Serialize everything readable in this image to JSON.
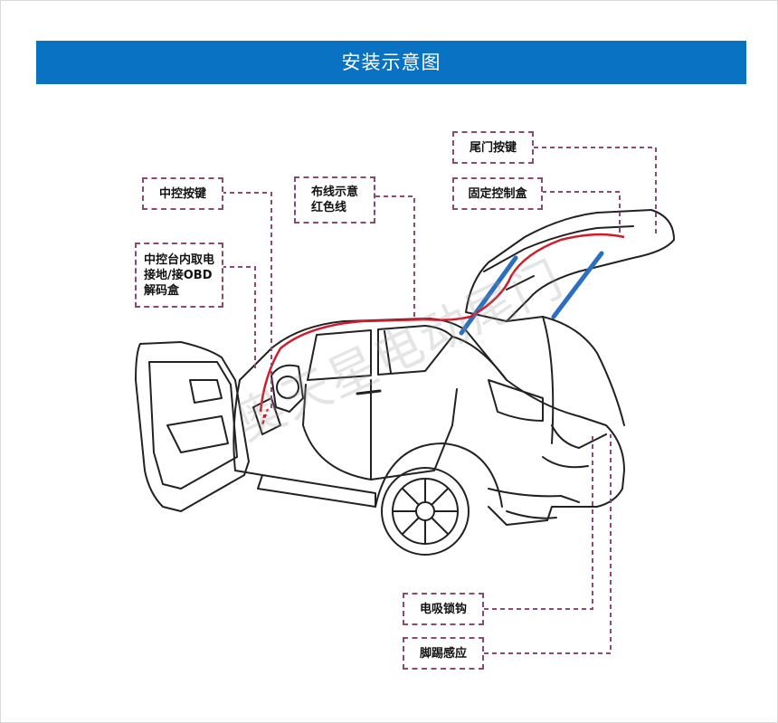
{
  "header": {
    "title": "安装示意图"
  },
  "labels": {
    "center_button": "中控按键",
    "obd_box": "中控台内取电\n接地/接OBD\n解码盒",
    "wiring": "布线示意\n红色线",
    "tail_button": "尾门按键",
    "control_box": "固定控制盒",
    "latch": "电吸锁钩",
    "kick_sensor": "脚踢感应"
  },
  "watermark": "奥天星电动尾门",
  "colors": {
    "title_bar": "#0a72c3",
    "leader_line": "#8c4a72",
    "wire": "#d11a2a",
    "strut": "#2a6fc0"
  }
}
